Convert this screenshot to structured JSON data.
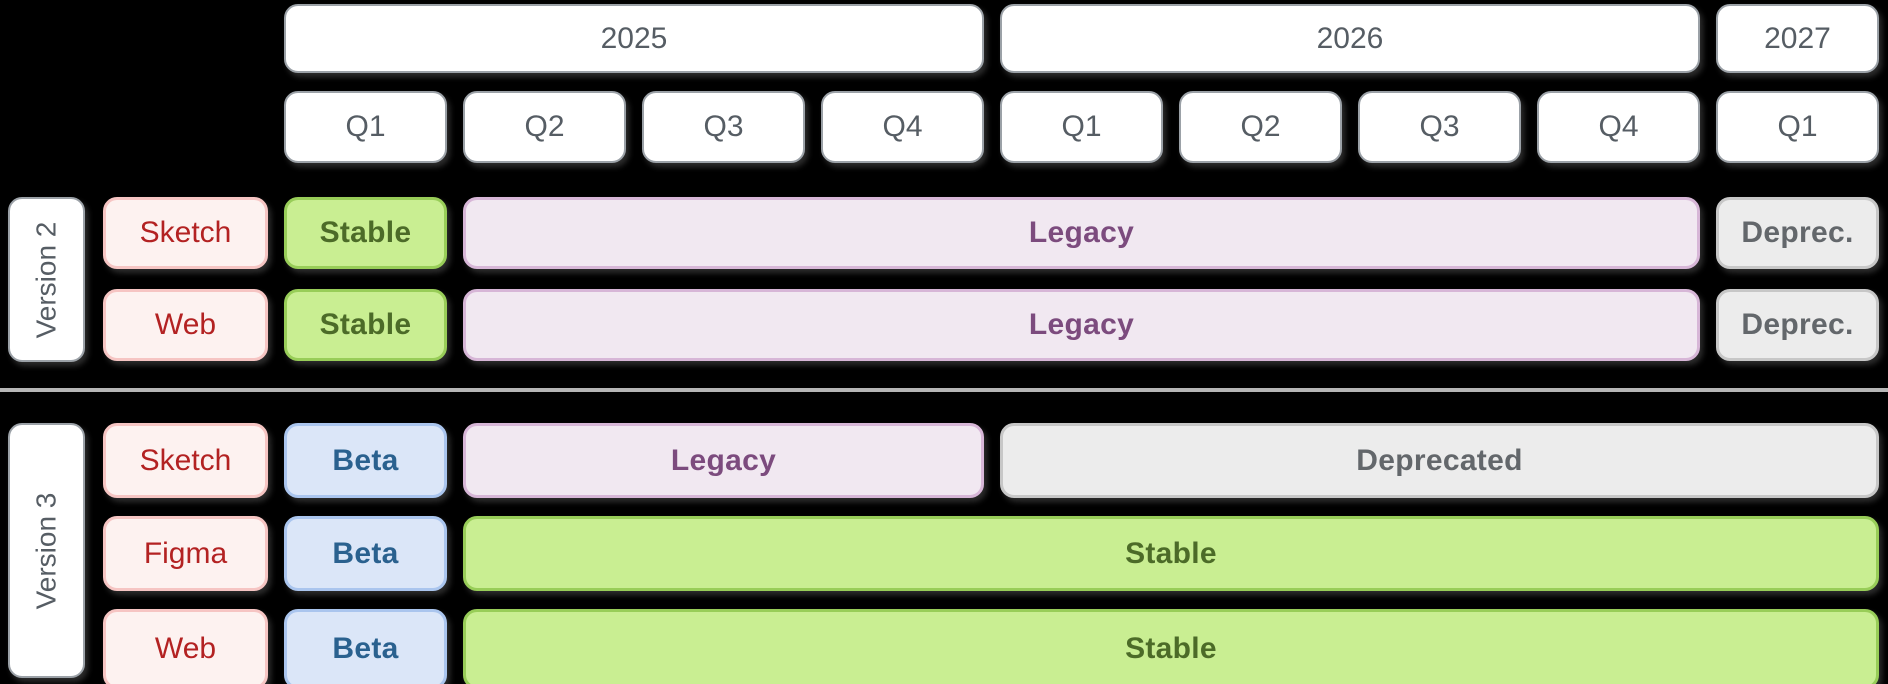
{
  "years": [
    {
      "label": "2025",
      "span": 4
    },
    {
      "label": "2026",
      "span": 4
    },
    {
      "label": "2027",
      "span": 1
    }
  ],
  "quarters": [
    "Q1",
    "Q2",
    "Q3",
    "Q4",
    "Q1",
    "Q2",
    "Q3",
    "Q4",
    "Q1"
  ],
  "sections": [
    {
      "label": "Version 2",
      "rows": [
        {
          "product": "Sketch",
          "segments": [
            {
              "label": "Stable",
              "status": "stable",
              "start": 0,
              "span": 1
            },
            {
              "label": "Legacy",
              "status": "legacy",
              "start": 1,
              "span": 7
            },
            {
              "label": "Deprec.",
              "status": "deprecated",
              "start": 8,
              "span": 1
            }
          ]
        },
        {
          "product": "Web",
          "segments": [
            {
              "label": "Stable",
              "status": "stable",
              "start": 0,
              "span": 1
            },
            {
              "label": "Legacy",
              "status": "legacy",
              "start": 1,
              "span": 7
            },
            {
              "label": "Deprec.",
              "status": "deprecated",
              "start": 8,
              "span": 1
            }
          ]
        }
      ]
    },
    {
      "label": "Version 3",
      "rows": [
        {
          "product": "Sketch",
          "segments": [
            {
              "label": "Beta",
              "status": "beta",
              "start": 0,
              "span": 1
            },
            {
              "label": "Legacy",
              "status": "legacy",
              "start": 1,
              "span": 3
            },
            {
              "label": "Deprecated",
              "status": "deprecated",
              "start": 4,
              "span": 5
            }
          ]
        },
        {
          "product": "Figma",
          "segments": [
            {
              "label": "Beta",
              "status": "beta",
              "start": 0,
              "span": 1
            },
            {
              "label": "Stable",
              "status": "stable",
              "start": 1,
              "span": 8
            }
          ]
        },
        {
          "product": "Web",
          "segments": [
            {
              "label": "Beta",
              "status": "beta",
              "start": 0,
              "span": 1
            },
            {
              "label": "Stable",
              "status": "stable",
              "start": 1,
              "span": 8
            }
          ]
        }
      ]
    }
  ],
  "status_colors": {
    "stable": {
      "bg": "#c9ee92",
      "border": "#98cd58",
      "text": "#4c6b28"
    },
    "legacy": {
      "bg": "#f1e8f1",
      "border": "#d7b6d7",
      "text": "#7c4b7e"
    },
    "deprecated": {
      "bg": "#ececec",
      "border": "#c7c7c7",
      "text": "#63676b"
    },
    "beta": {
      "bg": "#dbe6f8",
      "border": "#aac5ee",
      "text": "#2a618f"
    },
    "product": {
      "bg": "#fdf2f0",
      "border": "#f6c5c3",
      "text": "#b32222"
    },
    "header": {
      "bg": "#ffffff",
      "border": "#9ba1a7",
      "text": "#565d64"
    },
    "divider": "#b6b6b6",
    "background": "#000000"
  }
}
